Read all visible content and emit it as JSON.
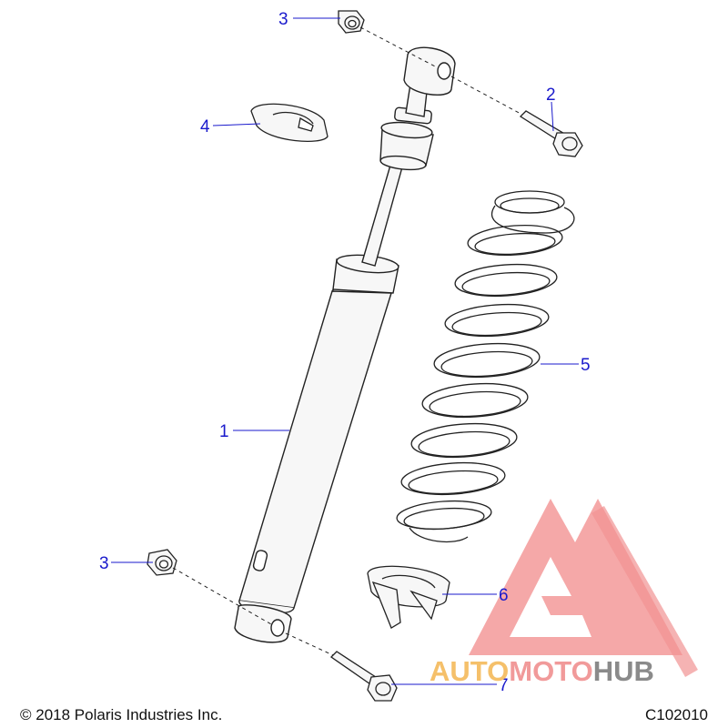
{
  "diagram": {
    "callouts": [
      {
        "number": "1"
      },
      {
        "number": "2"
      },
      {
        "number": "3"
      },
      {
        "number": "3"
      },
      {
        "number": "4"
      },
      {
        "number": "5"
      },
      {
        "number": "6"
      },
      {
        "number": "7"
      }
    ],
    "copyright": "© 2018 Polaris Industries Inc.",
    "diagram_code": "C102010"
  },
  "watermark": {
    "part1": "AUTO",
    "part2": "MOTO",
    "part3": "HUB",
    "colors": {
      "auto": "#f5c06a",
      "moto": "#f19a9a",
      "hub": "#8a8a8a",
      "triangle": "#f08080"
    }
  },
  "colors": {
    "callout": "#1a1acc",
    "line_art": "#222222",
    "part_fill": "#f7f7f7"
  }
}
